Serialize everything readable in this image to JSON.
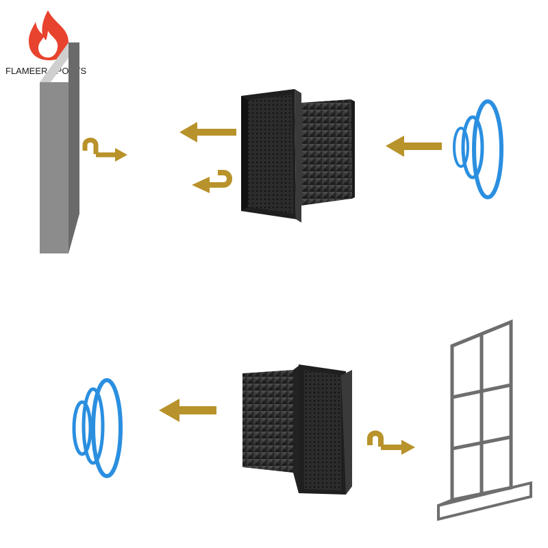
{
  "brand": {
    "name": "FLAMEER SPORTS",
    "logo_icon": "flame-icon",
    "logo_color": "#e8432e"
  },
  "colors": {
    "arrow": "#b8922a",
    "sound_wave": "#2b8fe0",
    "wall": "#8a8a8a",
    "window_frame": "#6e6e6e",
    "panel_body": "#2a2a2a",
    "foam": "#3a3a3a"
  },
  "scenes": [
    {
      "id": "top",
      "elements": [
        "wall-icon",
        "bounce-arrow-icon",
        "left-arrow-icon",
        "bounce-back-arrow-icon",
        "isolation-panel-icon",
        "incoming-arrow-icon",
        "sound-wave-icon"
      ]
    },
    {
      "id": "bottom",
      "elements": [
        "sound-wave-icon",
        "left-arrow-icon",
        "isolation-panel-icon",
        "bounce-arrow-icon",
        "window-icon"
      ]
    }
  ]
}
